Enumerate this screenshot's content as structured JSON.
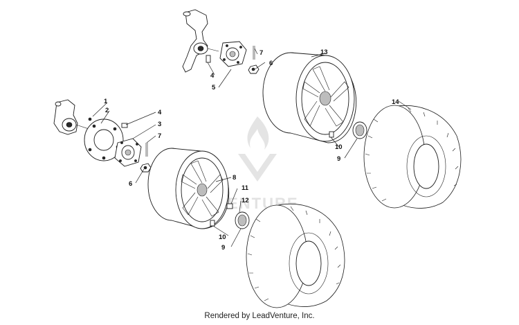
{
  "callouts": [
    {
      "id": "c1",
      "label": "1"
    },
    {
      "id": "c2",
      "label": "2"
    },
    {
      "id": "c3",
      "label": "3"
    },
    {
      "id": "c4a",
      "label": "4"
    },
    {
      "id": "c4b",
      "label": "4"
    },
    {
      "id": "c5",
      "label": "5"
    },
    {
      "id": "c6a",
      "label": "6"
    },
    {
      "id": "c6b",
      "label": "6"
    },
    {
      "id": "c7a",
      "label": "7"
    },
    {
      "id": "c7b",
      "label": "7"
    },
    {
      "id": "c8",
      "label": "8"
    },
    {
      "id": "c9a",
      "label": "9"
    },
    {
      "id": "c9b",
      "label": "9"
    },
    {
      "id": "c10a",
      "label": "10"
    },
    {
      "id": "c10b",
      "label": "10"
    },
    {
      "id": "c11",
      "label": "11"
    },
    {
      "id": "c12",
      "label": "12"
    },
    {
      "id": "c13",
      "label": "13"
    },
    {
      "id": "c14",
      "label": "14"
    }
  ],
  "watermark": {
    "text": "VENTURE"
  },
  "footer": {
    "text": "Rendered by LeadVenture, Inc."
  }
}
